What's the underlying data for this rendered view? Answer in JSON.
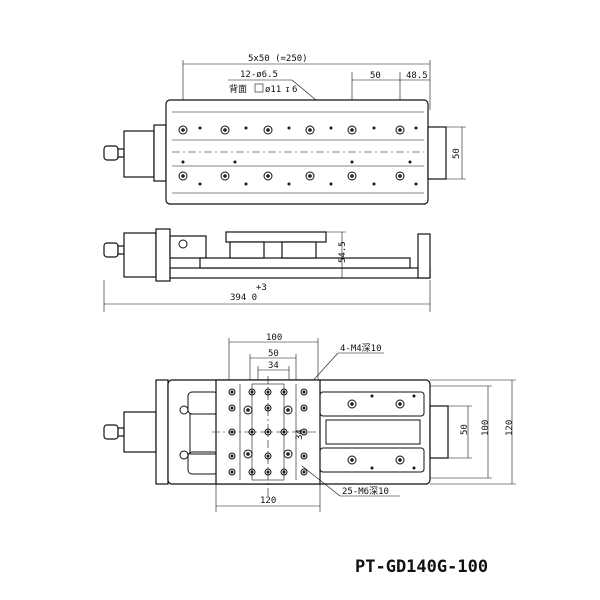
{
  "top_view": {
    "dim_pitch": "5x50 (=250)",
    "dim_pitch_single": "50",
    "dim_end": "48.5",
    "dim_width": "50",
    "hole_note_1": "12-ø6.5",
    "hole_note_2": "背面",
    "hole_note_3": "ø11",
    "hole_note_4": "6"
  },
  "side_view": {
    "dim_height": "54.5",
    "dim_length_tol": "+3",
    "dim_length": "394  0"
  },
  "carriage_view": {
    "dim_100": "100",
    "dim_50": "50",
    "dim_34_top": "34",
    "dim_34_side": "34",
    "dim_120_bottom": "120",
    "dim_50_right": "50",
    "dim_100_right": "100",
    "dim_120_right": "120",
    "note_m4": "4-M4深10",
    "note_m6": "25-M6深10"
  },
  "part_number": "PT-GD140G-100"
}
